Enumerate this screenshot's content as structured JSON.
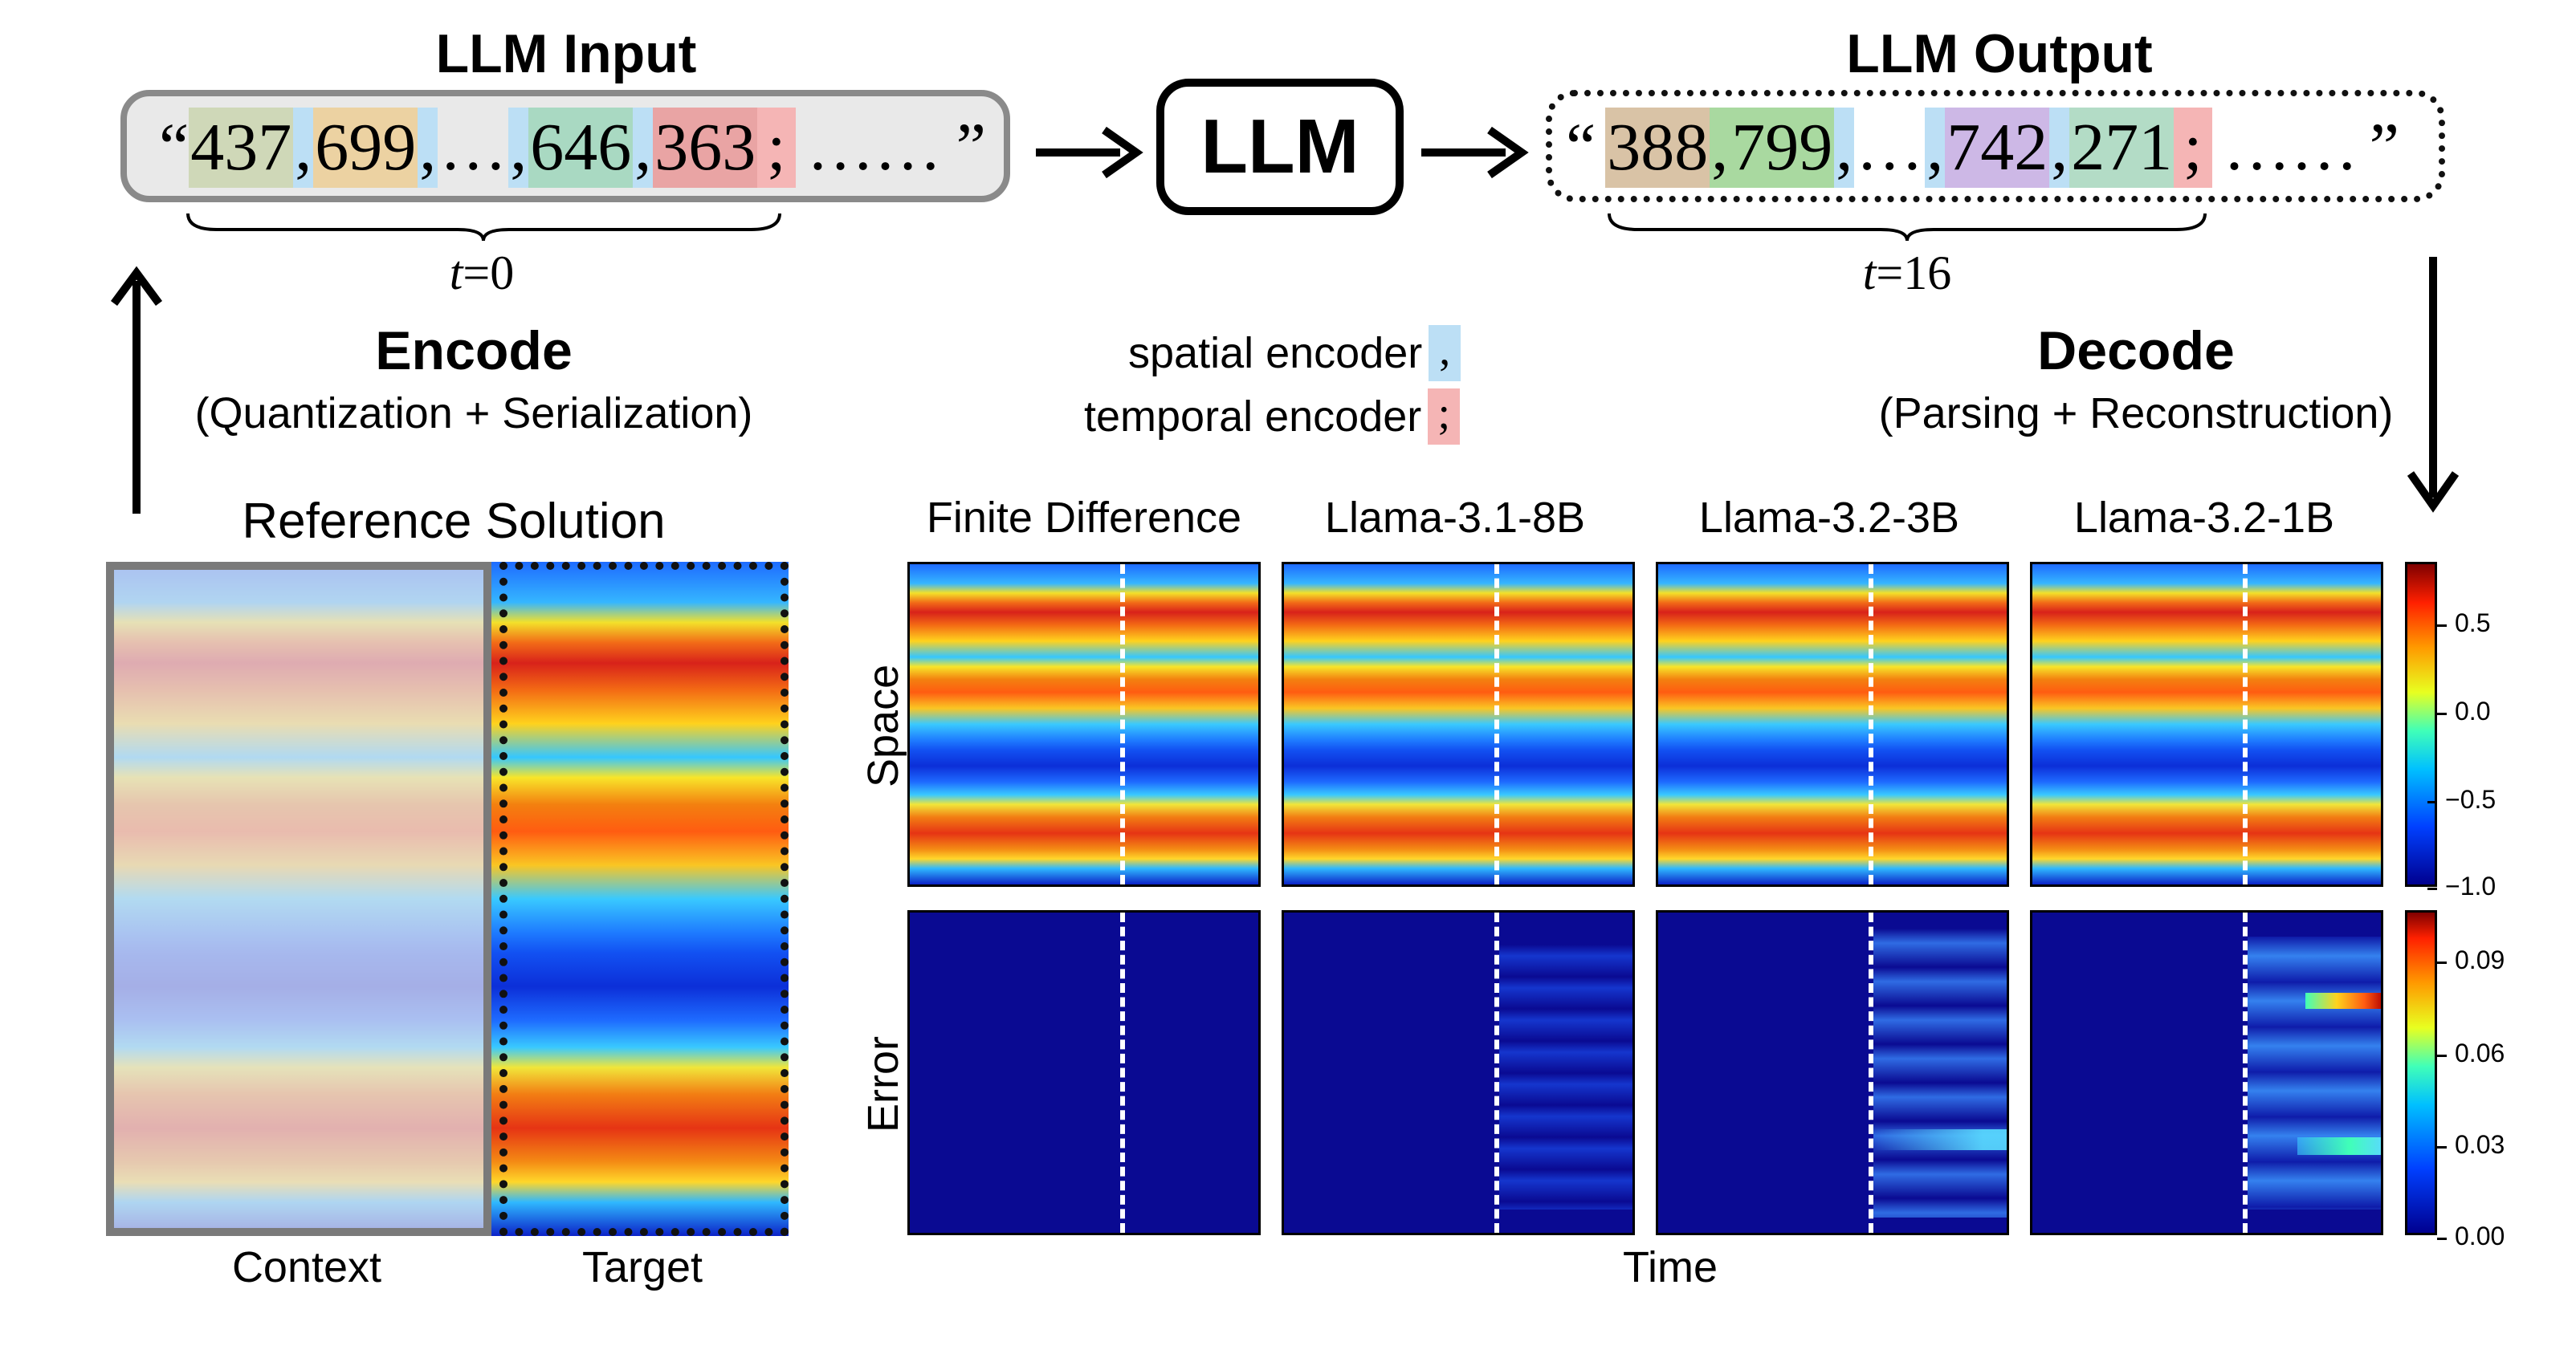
{
  "top": {
    "input_title": "LLM Input",
    "output_title": "LLM Output",
    "llm_label": "LLM",
    "input_sequence": {
      "open_quote": "“",
      "tokens": [
        "437",
        ",",
        "699",
        ",",
        "…",
        ",",
        "646",
        ",",
        "363",
        ";",
        "……"
      ],
      "close_quote": "”"
    },
    "output_sequence": {
      "open_quote": "“",
      "tokens": [
        "388",
        ",",
        "799",
        ",",
        "…",
        ",",
        "742",
        ",",
        "271",
        ";",
        "……"
      ],
      "close_quote": "”"
    },
    "input_time": {
      "var": "t",
      "eq": "=0"
    },
    "output_time": {
      "var": "t",
      "eq": "=16"
    }
  },
  "encode": {
    "title": "Encode",
    "subtitle": "(Quantization + Serialization)"
  },
  "decode": {
    "title": "Decode",
    "subtitle": "(Parsing + Reconstruction)"
  },
  "legend": {
    "spatial": {
      "label": "spatial encoder",
      "symbol": ","
    },
    "temporal": {
      "label": "temporal encoder",
      "symbol": ";"
    }
  },
  "reference": {
    "title": "Reference Solution",
    "context_label": "Context",
    "target_label": "Target"
  },
  "panels": {
    "titles": [
      "Finite Difference",
      "Llama-3.1-8B",
      "Llama-3.2-3B",
      "Llama-3.2-1B"
    ],
    "row_labels": {
      "space": "Space",
      "error": "Error"
    },
    "x_label": "Time"
  },
  "colorbars": {
    "space_ticks": [
      "0.5",
      "0.0",
      "−0.5",
      "−1.0"
    ],
    "error_ticks": [
      "0.09",
      "0.06",
      "0.03",
      "0.00"
    ]
  },
  "colors": {
    "tok_beige": "#d9c7a6",
    "tok_green": "#a9d9a0",
    "tok_blue": "#bcdff5",
    "tok_red": "#f5b5b5",
    "tok_purple": "#cdb8e6",
    "tok_sand": "#e8cd9f"
  }
}
